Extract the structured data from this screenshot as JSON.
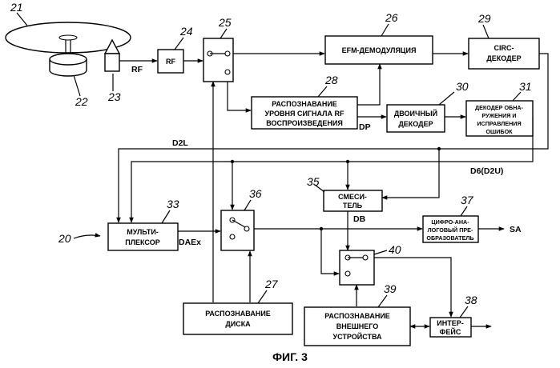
{
  "figure_title": "ФИГ. 3",
  "system_ref": "20",
  "blocks": {
    "rf": {
      "ref": "24",
      "label": [
        "RF"
      ]
    },
    "efm": {
      "ref": "26",
      "label": [
        "EFM-ДЕМОДУЛЯЦИЯ"
      ]
    },
    "circ": {
      "ref": "29",
      "label": [
        "CIRC-",
        "ДЕКОДЕР"
      ]
    },
    "rf_level": {
      "ref": "28",
      "label": [
        "РАСПОЗНАВАНИЕ",
        "УРОВНЯ СИГНАЛА RF",
        "ВОСПРОИЗВЕДЕНИЯ"
      ]
    },
    "binary": {
      "ref": "30",
      "label": [
        "ДВОИЧНЫЙ",
        "ДЕКОДЕР"
      ]
    },
    "ecc": {
      "ref": "31",
      "label": [
        "ДЕКОДЕР ОБНА-",
        "РУЖЕНИЯ И",
        "ИСПРАВЛЕНИЯ",
        "ОШИБОК"
      ]
    },
    "mixer": {
      "ref": "35",
      "label": [
        "СМЕСИ-",
        "ТЕЛЬ"
      ]
    },
    "dac": {
      "ref": "37",
      "label": [
        "ЦИФРО-АНА-",
        "ЛОГОВЫЙ ПРЕ-",
        "ОБРАЗОВАТЕЛЬ"
      ]
    },
    "mux": {
      "ref": "33",
      "label": [
        "МУЛЬТИ-",
        "ПЛЕКСОР"
      ]
    },
    "disc_detect": {
      "ref": "27",
      "label": [
        "РАСПОЗНАВАНИЕ",
        "ДИСКА"
      ]
    },
    "ext_detect": {
      "ref": "39",
      "label": [
        "РАСПОЗНАВАНИЕ",
        "ВНЕШНЕГО",
        "УСТРОЙСТВА"
      ]
    },
    "interface": {
      "ref": "38",
      "label": [
        "ИНТЕР-",
        "ФЕЙС"
      ]
    }
  },
  "switches": {
    "sw25": "25",
    "sw36": "36",
    "sw40": "40"
  },
  "parts": {
    "disc": "21",
    "spindle": "22",
    "pickup": "23"
  },
  "signals": {
    "rf": "RF",
    "dp": "DP",
    "d2l": "D2L",
    "d6": "D6(D2U)",
    "db": "DB",
    "daex": "DAEx",
    "sa": "SA"
  }
}
